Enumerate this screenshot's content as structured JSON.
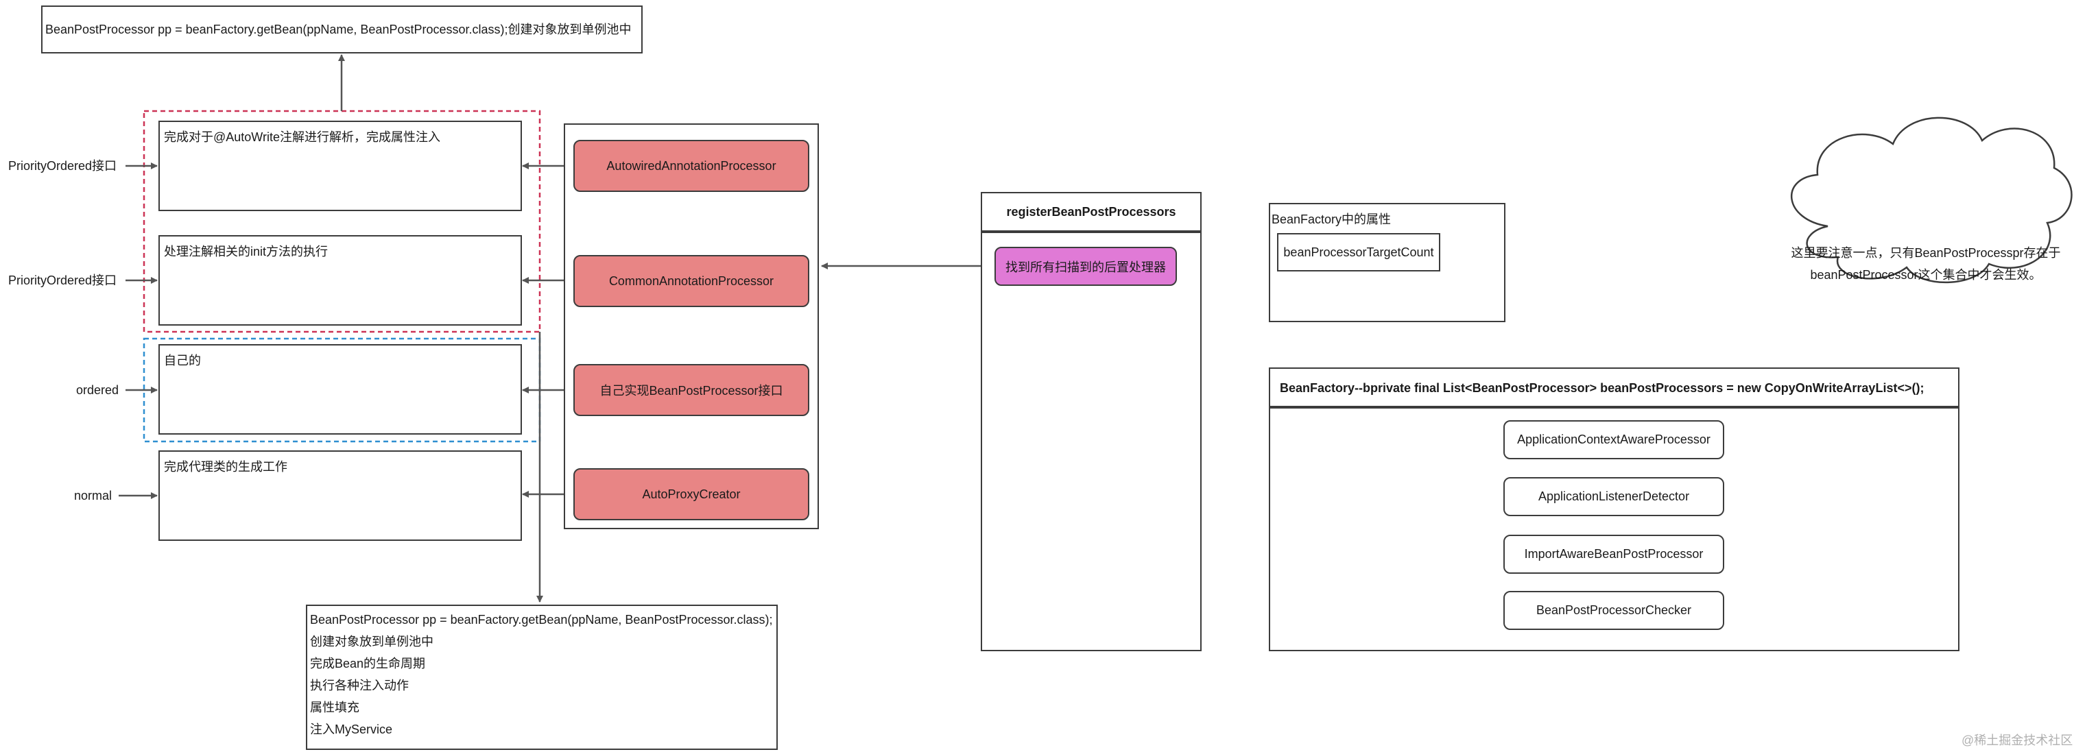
{
  "top_box": "BeanPostProcessor pp = beanFactory.getBean(ppName, BeanPostProcessor.class);创建对象放到单例池中",
  "stages": [
    {
      "text": "完成对于@AutoWrite注解进行解析，完成属性注入",
      "label": "PriorityOrdered接口",
      "processor": "AutowiredAnnotationProcessor"
    },
    {
      "text": "处理注解相关的init方法的执行",
      "label": "PriorityOrdered接口",
      "processor": "CommonAnnotationProcessor"
    },
    {
      "text": "自己的",
      "label": "ordered",
      "processor": "自己实现BeanPostProcessor接口"
    },
    {
      "text": "完成代理类的生成工作",
      "label": "normal",
      "processor": "AutoProxyCreator"
    }
  ],
  "bottom_box": {
    "lines": [
      "BeanPostProcessor pp = beanFactory.getBean(ppName, BeanPostProcessor.class);",
      "创建对象放到单例池中",
      "完成Bean的生命周期",
      "执行各种注入动作",
      "属性填充",
      "注入MyService"
    ]
  },
  "register": {
    "title": "registerBeanPostProcessors",
    "item": "找到所有扫描到的后置处理器"
  },
  "bean_factory_attr": {
    "title": "BeanFactory中的属性",
    "item": "beanProcessorTargetCount"
  },
  "cloud_note": [
    "这里要注意一点，只有BeanPostProcesspr存在于",
    "beanPostProcessor这个集合中才会生效。"
  ],
  "list_box": {
    "title": "BeanFactory--bprivate final List<BeanPostProcessor> beanPostProcessors = new CopyOnWriteArrayList<>();",
    "items": [
      "ApplicationContextAwareProcessor",
      "ApplicationListenerDetector",
      "ImportAwareBeanPostProcessor",
      "BeanPostProcessorChecker"
    ]
  },
  "watermark": "@稀土掘金技术社区",
  "colors": {
    "processor_fill": "#e88585",
    "register_item_fill": "#e07ad6",
    "priority_group_border": "#cc3355",
    "ordered_group_border": "#2f8fd0"
  }
}
